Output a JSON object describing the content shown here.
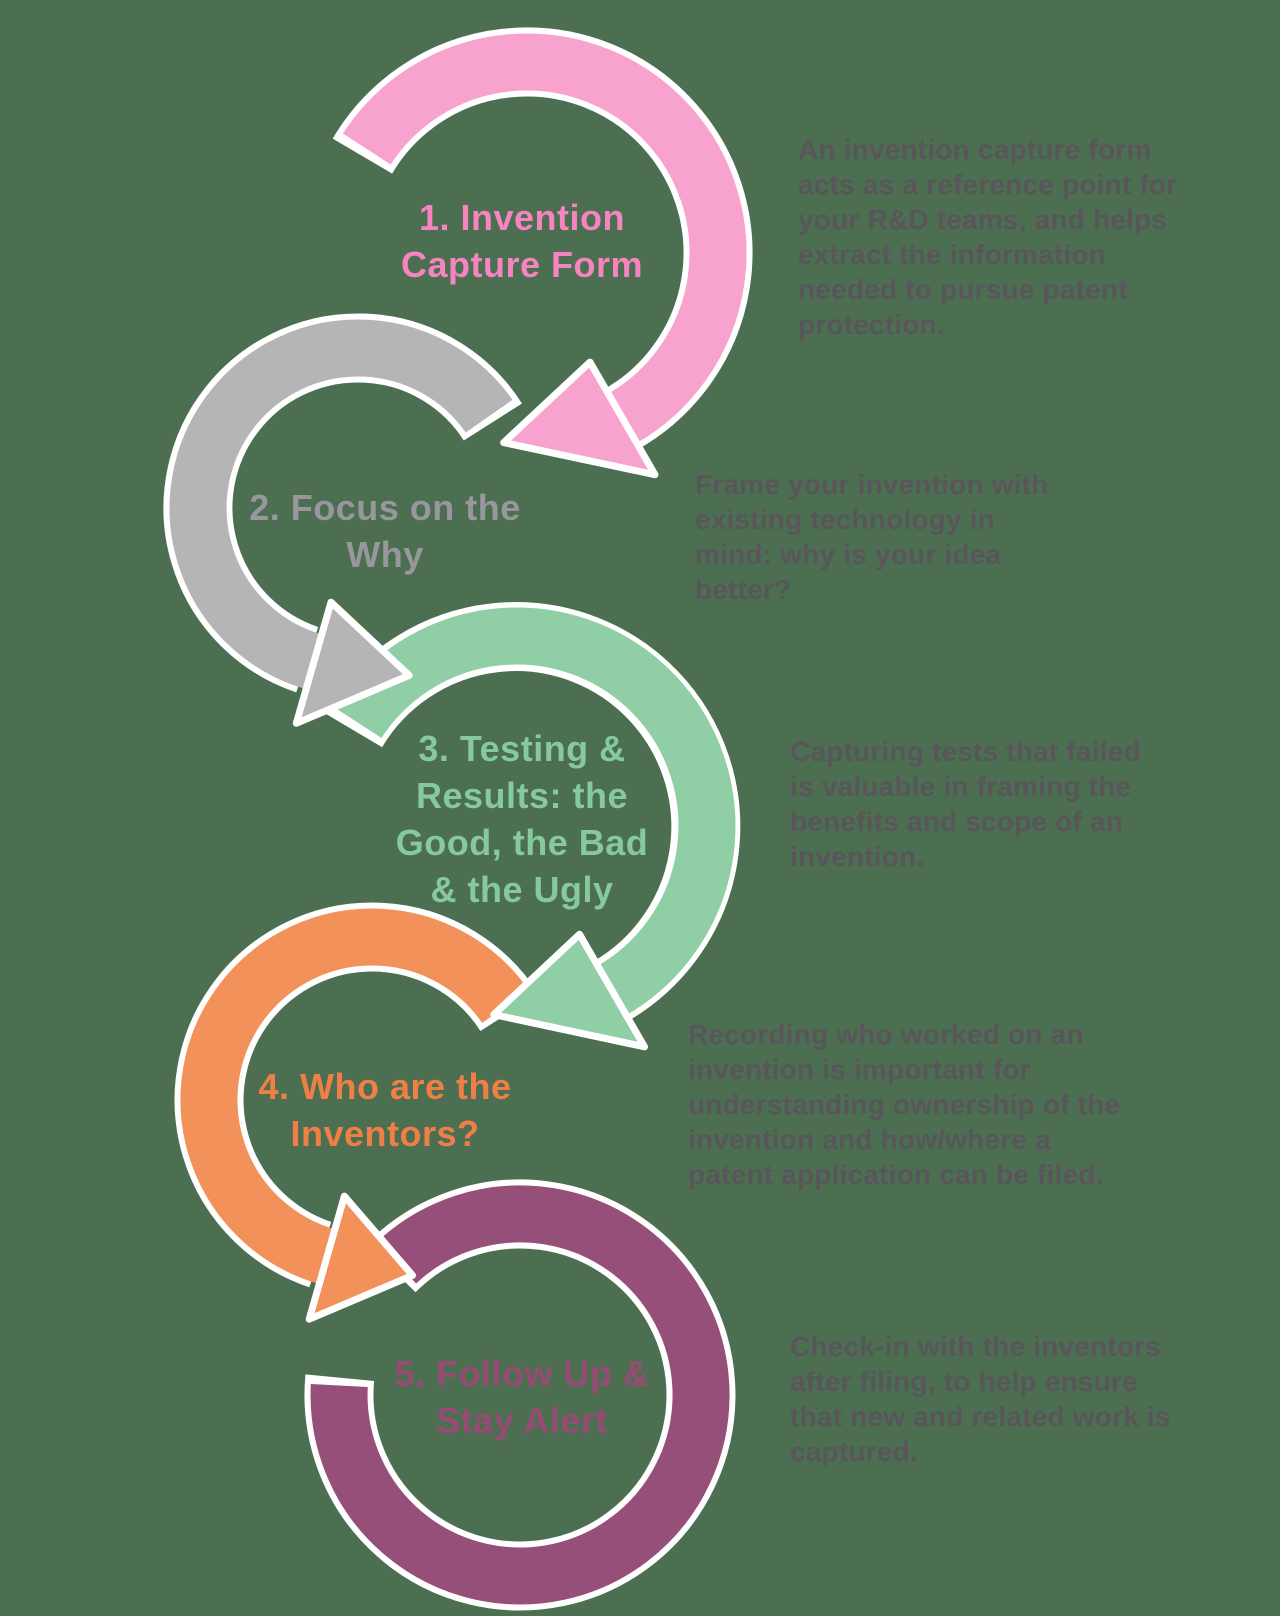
{
  "background_color": "#4c6e51",
  "description_color": "#58565a",
  "steps": [
    {
      "number": "1",
      "ring_color": "#f8a3cd",
      "label_color": "#f584bf",
      "label_lines": [
        "1. Invention",
        "Capture Form"
      ],
      "description_lines": [
        "An invention capture form",
        "acts as a reference point for",
        "your R&D teams, and helps",
        "extract the information",
        "needed to pursue patent",
        "protection."
      ]
    },
    {
      "number": "2",
      "ring_color": "#b5b5b6",
      "label_color": "#98989c",
      "label_lines": [
        "2. Focus on the",
        "Why"
      ],
      "description_lines": [
        "Frame your invention with",
        "existing technology in",
        "mind: why is your idea",
        "better?"
      ]
    },
    {
      "number": "3",
      "ring_color": "#90cea6",
      "label_color": "#86c99c",
      "label_lines": [
        "3. Testing &",
        "Results: the",
        "Good, the Bad",
        "& the Ugly"
      ],
      "description_lines": [
        "Capturing tests that failed",
        "is valuable in framing the",
        "benefits and scope of an",
        "invention."
      ]
    },
    {
      "number": "4",
      "ring_color": "#f29159",
      "label_color": "#ef7f47",
      "label_lines": [
        "4. Who are the",
        "Inventors?"
      ],
      "description_lines": [
        "Recording who worked on an",
        "invention is important for",
        "understanding ownership of the",
        "invention and how/where a",
        "patent application can be filed."
      ]
    },
    {
      "number": "5",
      "ring_color": "#964f78",
      "label_color": "#964a74",
      "label_lines": [
        "5. Follow Up &",
        "Stay Alert"
      ],
      "description_lines": [
        "Check-in with the inventors",
        "after filing, to help ensure",
        "that new and related work is",
        "captured."
      ]
    }
  ]
}
